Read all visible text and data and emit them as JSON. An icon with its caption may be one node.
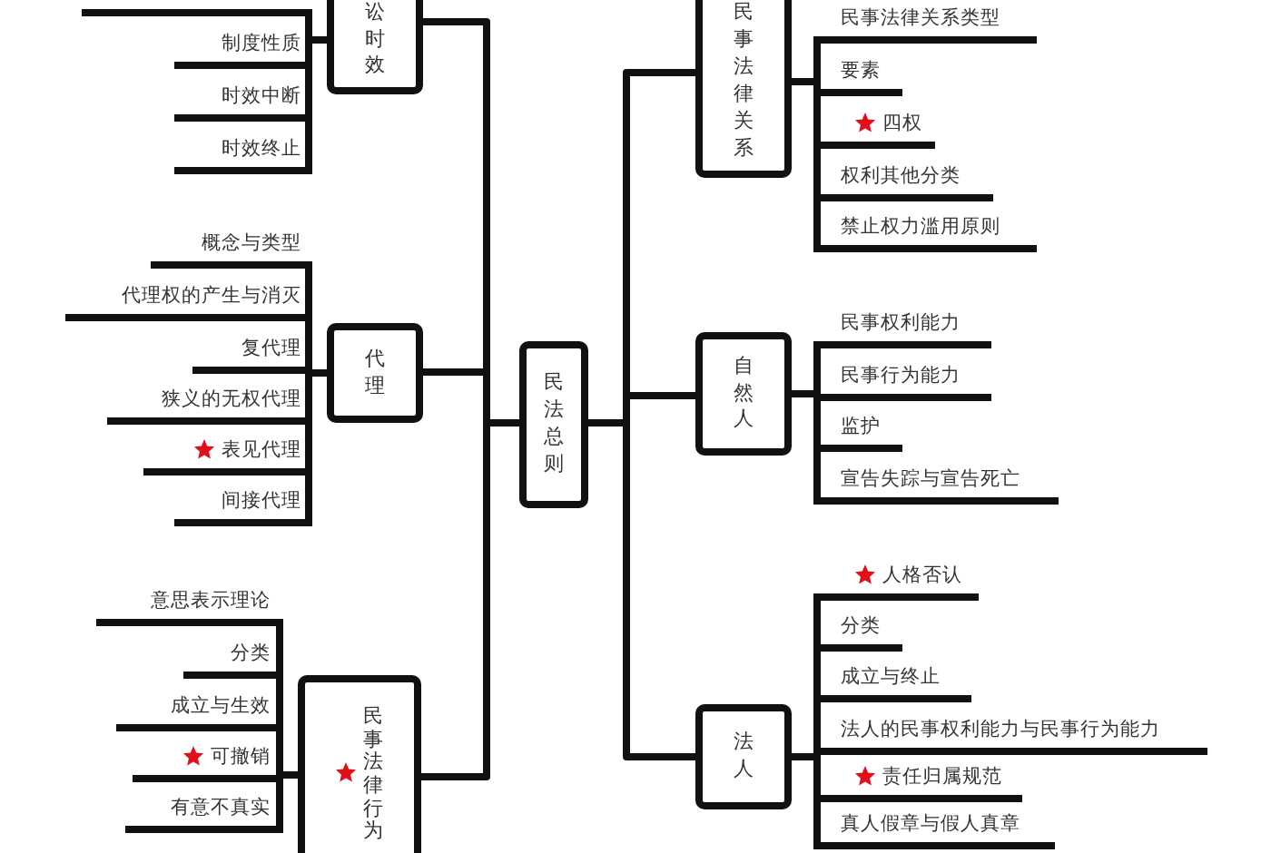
{
  "diagram": {
    "nodes": [
      {
        "text": [
          "民法总则"
        ]
      },
      {
        "text": [
          "讼时效"
        ]
      },
      {
        "text": [],
        "shape": "bar"
      },
      {
        "text": [
          "制度性质"
        ]
      },
      {
        "text": [
          "时效中断"
        ]
      },
      {
        "text": [
          "时效终止"
        ]
      },
      {
        "text": [
          "代理"
        ]
      },
      {
        "text": [
          "概念与类型"
        ]
      },
      {
        "text": [
          "代理权的产生与消灭"
        ]
      },
      {
        "text": [
          "复代理"
        ]
      },
      {
        "text": [
          "狭义的无权代理"
        ]
      },
      {
        "text": [
          "表见代理"
        ]
      },
      {
        "text": [
          "间接代理"
        ]
      },
      {
        "text": [
          "民事法律行为"
        ]
      },
      {
        "text": [
          "意思表示理论"
        ]
      },
      {
        "text": [
          "分类"
        ]
      },
      {
        "text": [
          "成立与生效"
        ]
      },
      {
        "text": [
          "可撤销"
        ]
      },
      {
        "text": [
          "有意不真实"
        ]
      },
      {
        "text": [
          "民事法律关系"
        ]
      },
      {
        "text": [
          "民事法律关系类型"
        ]
      },
      {
        "text": [
          "要素"
        ]
      },
      {
        "text": [
          "四权"
        ]
      },
      {
        "text": [
          "权利其他分类"
        ]
      },
      {
        "text": [
          "禁止权力滥用原则"
        ]
      },
      {
        "text": [
          "自然人"
        ]
      },
      {
        "text": [
          "民事权利能力"
        ]
      },
      {
        "text": [
          "民事行为能力"
        ]
      },
      {
        "text": [
          "监护"
        ]
      },
      {
        "text": [
          "宣告失踪与宣告死亡"
        ]
      },
      {
        "text": [
          "法人"
        ]
      },
      {
        "text": [
          "人格否认"
        ]
      },
      {
        "text": [
          "分类"
        ]
      },
      {
        "text": [
          "成立与终止"
        ]
      },
      {
        "text": [
          "法人的民事权利能力与民事行为能力"
        ]
      },
      {
        "text": [
          "责任归属规范"
        ]
      },
      {
        "text": [
          "真人假章与假人真章"
        ]
      }
    ],
    "edges": [
      {
        "from": 0,
        "to": 1,
        "arrow": "none"
      },
      {
        "from": 0,
        "to": 6,
        "arrow": "none"
      },
      {
        "from": 0,
        "to": 13,
        "arrow": "none"
      },
      {
        "from": 0,
        "to": 19,
        "arrow": "none"
      },
      {
        "from": 0,
        "to": 25,
        "arrow": "none"
      },
      {
        "from": 0,
        "to": 30,
        "arrow": "none"
      },
      {
        "from": 1,
        "to": 2,
        "arrow": "none"
      },
      {
        "from": 1,
        "to": 3,
        "arrow": "none"
      },
      {
        "from": 1,
        "to": 4,
        "arrow": "none"
      },
      {
        "from": 1,
        "to": 5,
        "arrow": "none"
      },
      {
        "from": 6,
        "to": 7,
        "arrow": "none"
      },
      {
        "from": 6,
        "to": 8,
        "arrow": "none"
      },
      {
        "from": 6,
        "to": 9,
        "arrow": "none"
      },
      {
        "from": 6,
        "to": 10,
        "arrow": "none"
      },
      {
        "from": 6,
        "to": 11,
        "arrow": "none"
      },
      {
        "from": 6,
        "to": 12,
        "arrow": "none"
      },
      {
        "from": 13,
        "to": 14,
        "arrow": "none"
      },
      {
        "from": 13,
        "to": 15,
        "arrow": "none"
      },
      {
        "from": 13,
        "to": 16,
        "arrow": "none"
      },
      {
        "from": 13,
        "to": 17,
        "arrow": "none"
      },
      {
        "from": 13,
        "to": 18,
        "arrow": "none"
      },
      {
        "from": 19,
        "to": 20,
        "arrow": "none"
      },
      {
        "from": 19,
        "to": 21,
        "arrow": "none"
      },
      {
        "from": 19,
        "to": 22,
        "arrow": "none"
      },
      {
        "from": 19,
        "to": 23,
        "arrow": "none"
      },
      {
        "from": 19,
        "to": 24,
        "arrow": "none"
      },
      {
        "from": 25,
        "to": 26,
        "arrow": "none"
      },
      {
        "from": 25,
        "to": 27,
        "arrow": "none"
      },
      {
        "from": 25,
        "to": 28,
        "arrow": "none"
      },
      {
        "from": 25,
        "to": 29,
        "arrow": "none"
      },
      {
        "from": 30,
        "to": 31,
        "arrow": "none"
      },
      {
        "from": 30,
        "to": 32,
        "arrow": "none"
      },
      {
        "from": 30,
        "to": 33,
        "arrow": "none"
      },
      {
        "from": 30,
        "to": 34,
        "arrow": "none"
      },
      {
        "from": 30,
        "to": 35,
        "arrow": "none"
      },
      {
        "from": 30,
        "to": 36,
        "arrow": "none"
      }
    ]
  }
}
